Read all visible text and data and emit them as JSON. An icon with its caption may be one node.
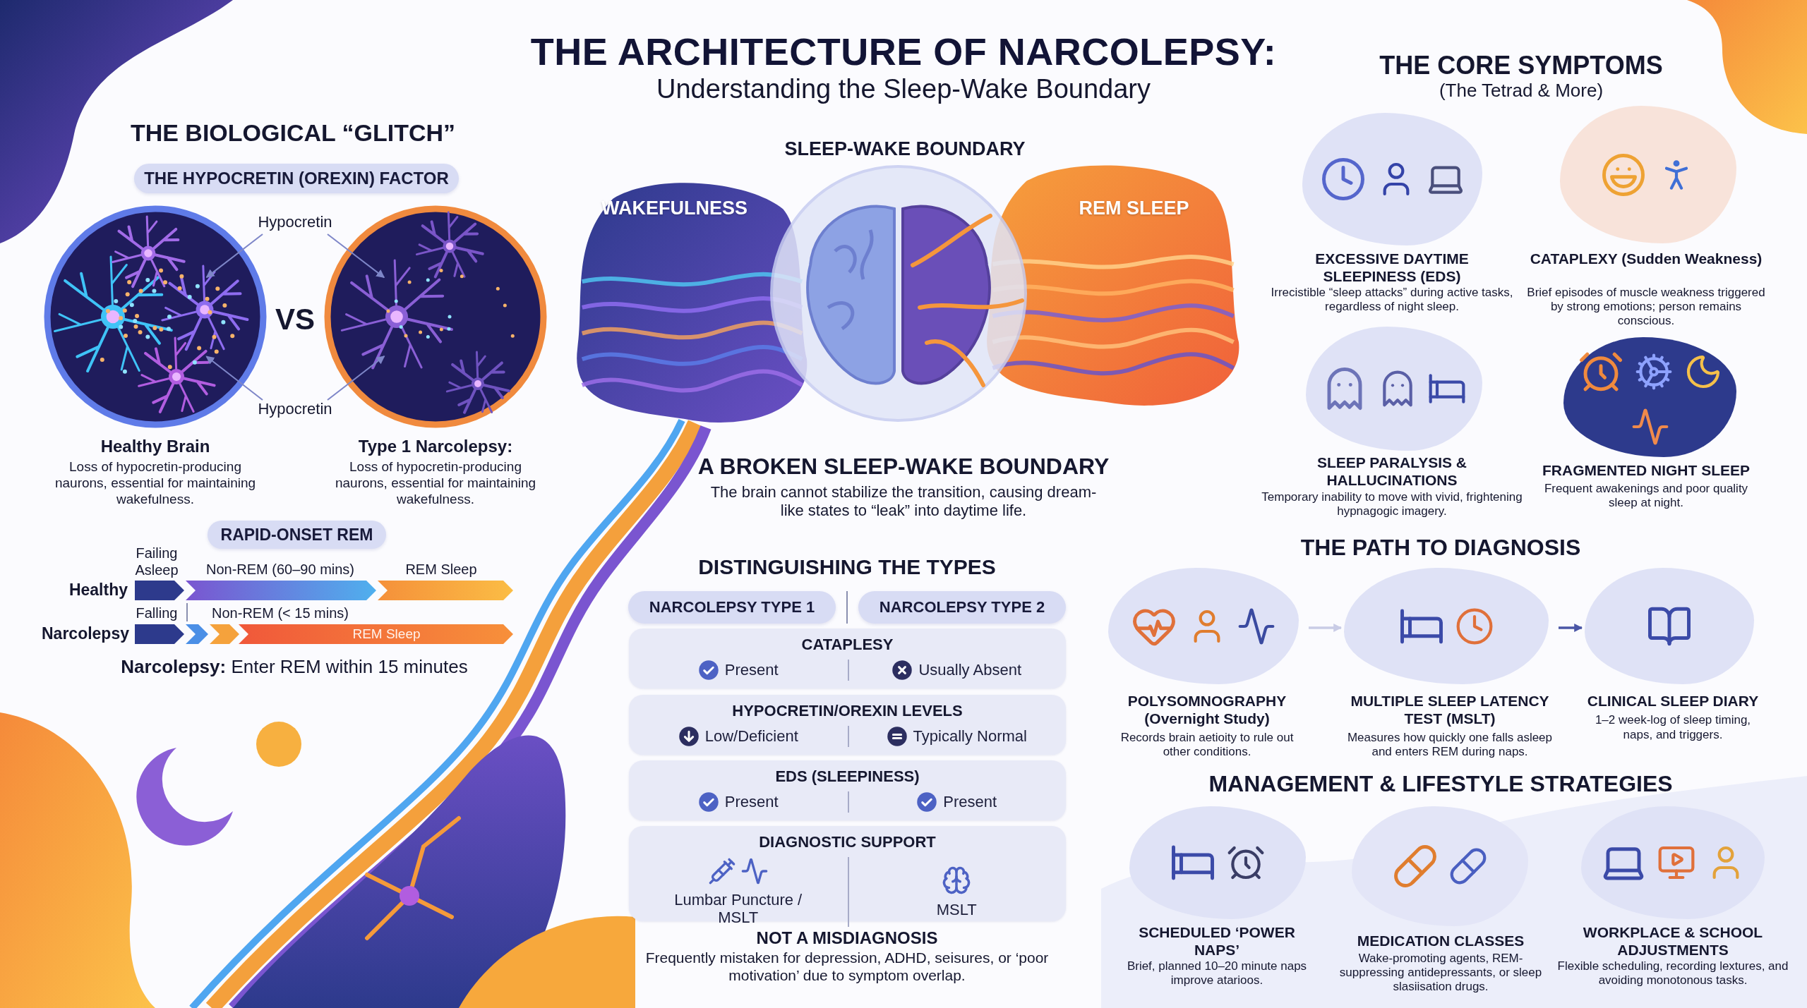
{
  "diagram": {
    "title": "THE ARCHITECTURE OF NARCOLEPSY:",
    "nodes": [
      {
        "text": [
          "THE HYPOCRETIN (OREXIN) FACTOR"
        ]
      },
      {
        "text": [
          "Healthy Brain",
          "Loss of hypocretin-producing naurons, essential for maintaining wakefulness."
        ]
      },
      {
        "text": [
          "Type 1 Narcolepsy:",
          "Loss of hypocretin-producing naurons, essential for maintaining wakefulness."
        ]
      },
      {
        "text": [
          "Hypocretin"
        ]
      },
      {
        "text": [
          "Hypocretin"
        ]
      },
      {
        "text": [
          "RAPID-ONSET REM"
        ]
      },
      {
        "text": [
          "REM Sleep"
        ]
      },
      {
        "text": [
          "WAKEFULNESS"
        ]
      },
      {
        "text": [
          "REM SLEEP"
        ]
      },
      {
        "text": [
          "NARCOLEPSY TYPE 1"
        ]
      },
      {
        "text": [
          "NARCOLEPSY TYPE 2"
        ]
      },
      {
        "text": [
          "CATAPLESY",
          "Present",
          "Usually Absent"
        ]
      },
      {
        "text": [
          "HYPOCRETIN/OREXIN LEVELS",
          "Low/Deficient",
          "Typically Normal"
        ]
      },
      {
        "text": [
          "EDS (SLEEPINESS)",
          "Present",
          "Present"
        ]
      },
      {
        "text": [
          "DIAGNOSTIC SUPPORT",
          "Lumbar Puncture / MSLT",
          "MSLT"
        ]
      },
      {
        "text": [
          "POLYSOMNOGRAPHY (Overnight Study)",
          "Records brain aetioity to rule out other conditions."
        ]
      },
      {
        "text": [
          "MULTIPLE SLEEP LATENCY TEST (MSLT)",
          "Measures how quickly one falls asleep and enters REM during naps."
        ]
      },
      {
        "text": [
          "CLINICAL SLEEP DIARY",
          "1–2 week-log of sleep timing, naps, and triggers."
        ]
      }
    ],
    "edges": [
      {
        "from": 3,
        "to": 1,
        "arrow": "to"
      },
      {
        "from": 3,
        "to": 2,
        "arrow": "to"
      },
      {
        "from": 4,
        "to": 1,
        "arrow": "to"
      },
      {
        "from": 4,
        "to": 2,
        "arrow": "to"
      },
      {
        "from": 15,
        "to": 16,
        "arrow": "to",
        "color": "#c9cce6"
      },
      {
        "from": 16,
        "to": 17,
        "arrow": "to",
        "color": "#4a56a6"
      }
    ],
    "labels": [
      "Understanding the Sleep-Wake Boundary",
      "THE BIOLOGICAL “GLITCH”",
      "VS",
      "Failing Asleep",
      "Non-REM (60–90 mins)",
      "REM Sleep",
      "Healthy",
      "Falling",
      "Non-REM (< 15 mins)",
      "Narcolepsy",
      "**Narcolepsy:** Enter REM within 15 minutes",
      "SLEEP-WAKE BOUNDARY",
      "A BROKEN SLEEP-WAKE BOUNDARY",
      "The brain cannot stabilize the transition, causing dream-like states to “leak” into daytime life.",
      "DISTINGUISHING THE TYPES",
      "NOT A MISDIAGNOSIS",
      "Frequently mistaken for depression, ADHD, seisures, or ‘poor motivation’ due to symptom overlap.",
      "THE CORE SYMPTOMS",
      "(The Tetrad & More)",
      "EXCESSIVE DAYTIME SLEEPINESS (EDS)",
      "Irrecistible “sleep attacks” during active tasks, regardless of night sleep.",
      "CATAPLEXY (Sudden Weakness)",
      "Brief episodes of muscle weakness triggered by strong emotions; person remains conscious.",
      "SLEEP PARALYSIS & HALLUCINATIONS",
      "Temporary inability to move with vivid, frightening hypnagogic imagery.",
      "FRAGMENTED NIGHT SLEEP",
      "Frequent awakenings and poor quality sleep at night.",
      "THE PATH TO DIAGNOSIS",
      "MANAGEMENT & LIFESTYLE STRATEGIES",
      "SCHEDULED ‘POWER NAPS’",
      "Brief, planned 10–20 minute naps improve atarioos.",
      "MEDICATION CLASSES",
      "Wake-promoting agents, REM-suppressing antidepressants, or sleep slasiisation drugs.",
      "WORKPLACE & SCHOOL ADJUSTMENTS",
      "Flexible scheduling, recording lextures, and avoiding monotonous tasks."
    ]
  }
}
